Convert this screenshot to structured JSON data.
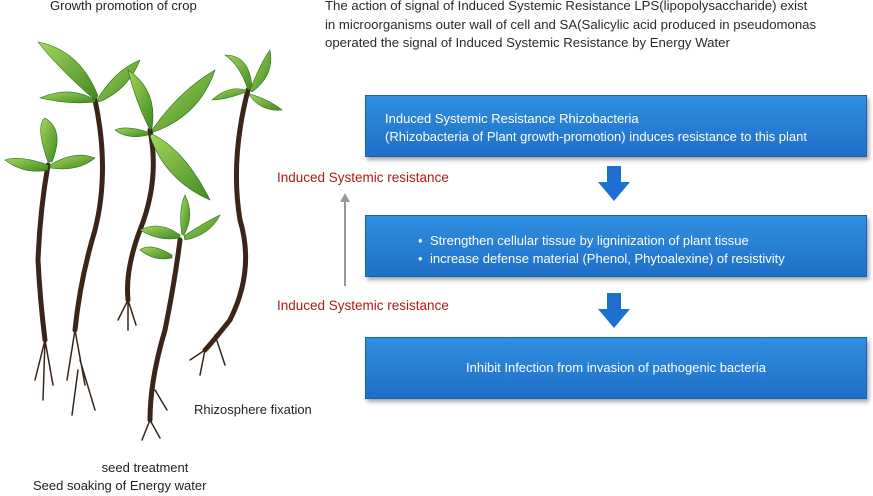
{
  "plant_illustration": {
    "label_growth": "Growth promotion of crop",
    "label_rhizosphere": "Rhizosphere fixation",
    "label_seed_treatment": "seed treatment",
    "label_seed_soaking": "Seed soaking of Energy water"
  },
  "intro_text": {
    "line1": "The action of signal of Induced Systemic Resistance  LPS(lipopolysaccharide) exist",
    "line2": "in microorganisms outer wall of cell and SA(Salicylic acid produced in pseudomonas",
    "line3": "operated the signal of Induced Systemic Resistance by Energy Water"
  },
  "side_labels": {
    "upper": "Induced Systemic resistance",
    "lower": "Induced Systemic resistance"
  },
  "flow": {
    "box1": {
      "line1": "Induced Systemic Resistance Rhizobacteria",
      "line2": "(Rhizobacteria of Plant growth-promotion) induces resistance to this plant"
    },
    "box2": {
      "bullet": "•",
      "item1": "Strengthen cellular tissue by ligninization of plant tissue",
      "item2": "increase defense material (Phenol, Phytoalexine) of resistivity"
    },
    "box3": {
      "text": "Inhibit Infection from invasion of pathogenic bacteria"
    }
  },
  "colors": {
    "box_fill": "#2a83d8",
    "arrow": "#1f6fd0",
    "red_label": "#b21818",
    "stem": "#3b2418",
    "leaf": "#6fb83a"
  }
}
